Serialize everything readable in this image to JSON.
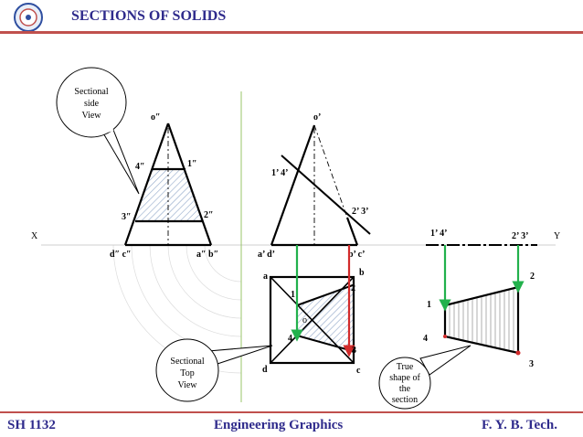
{
  "header": {
    "title": "SECTIONS OF SOLIDS",
    "logo_icon": "university-emblem-icon"
  },
  "footer": {
    "left": "SH 1132",
    "center": "Engineering Graphics",
    "right": "F. Y.  B. Tech."
  },
  "colors": {
    "title": "#2f2b8c",
    "rule": "#c0504d",
    "projector_green": "#22b14c",
    "projector_red": "#d22b2b",
    "hatch": "#8fa6c8"
  },
  "reference_line": {
    "x_label": "X",
    "y_label": "Y"
  },
  "callouts": {
    "side_view": [
      "Sectional",
      "side",
      "View"
    ],
    "top_view": [
      "Sectional",
      "Top",
      "View"
    ],
    "true_shape": [
      "True",
      "shape of",
      "the",
      "section"
    ]
  },
  "side_view_labels": {
    "apex": "o″",
    "p1": "1″",
    "p4": "4″",
    "p3": "3″",
    "p2": "2″",
    "base_left": "d″ c″",
    "base_right": "a″ b″"
  },
  "front_view_labels": {
    "apex": "o’",
    "p14": "1’ 4’",
    "p23": "2’ 3’",
    "base_left": "a’ d’",
    "base_right": "b’ c’"
  },
  "top_view_labels": {
    "a": "a",
    "b": "b",
    "c": "c",
    "d": "d",
    "p1": "1",
    "p2": "2",
    "p3": "3",
    "p4": "4",
    "apex": "o"
  },
  "true_shape_labels": {
    "p14": "1’ 4’",
    "p23": "2’ 3’",
    "p1": "1",
    "p2": "2",
    "p3": "3",
    "p4": "4"
  }
}
